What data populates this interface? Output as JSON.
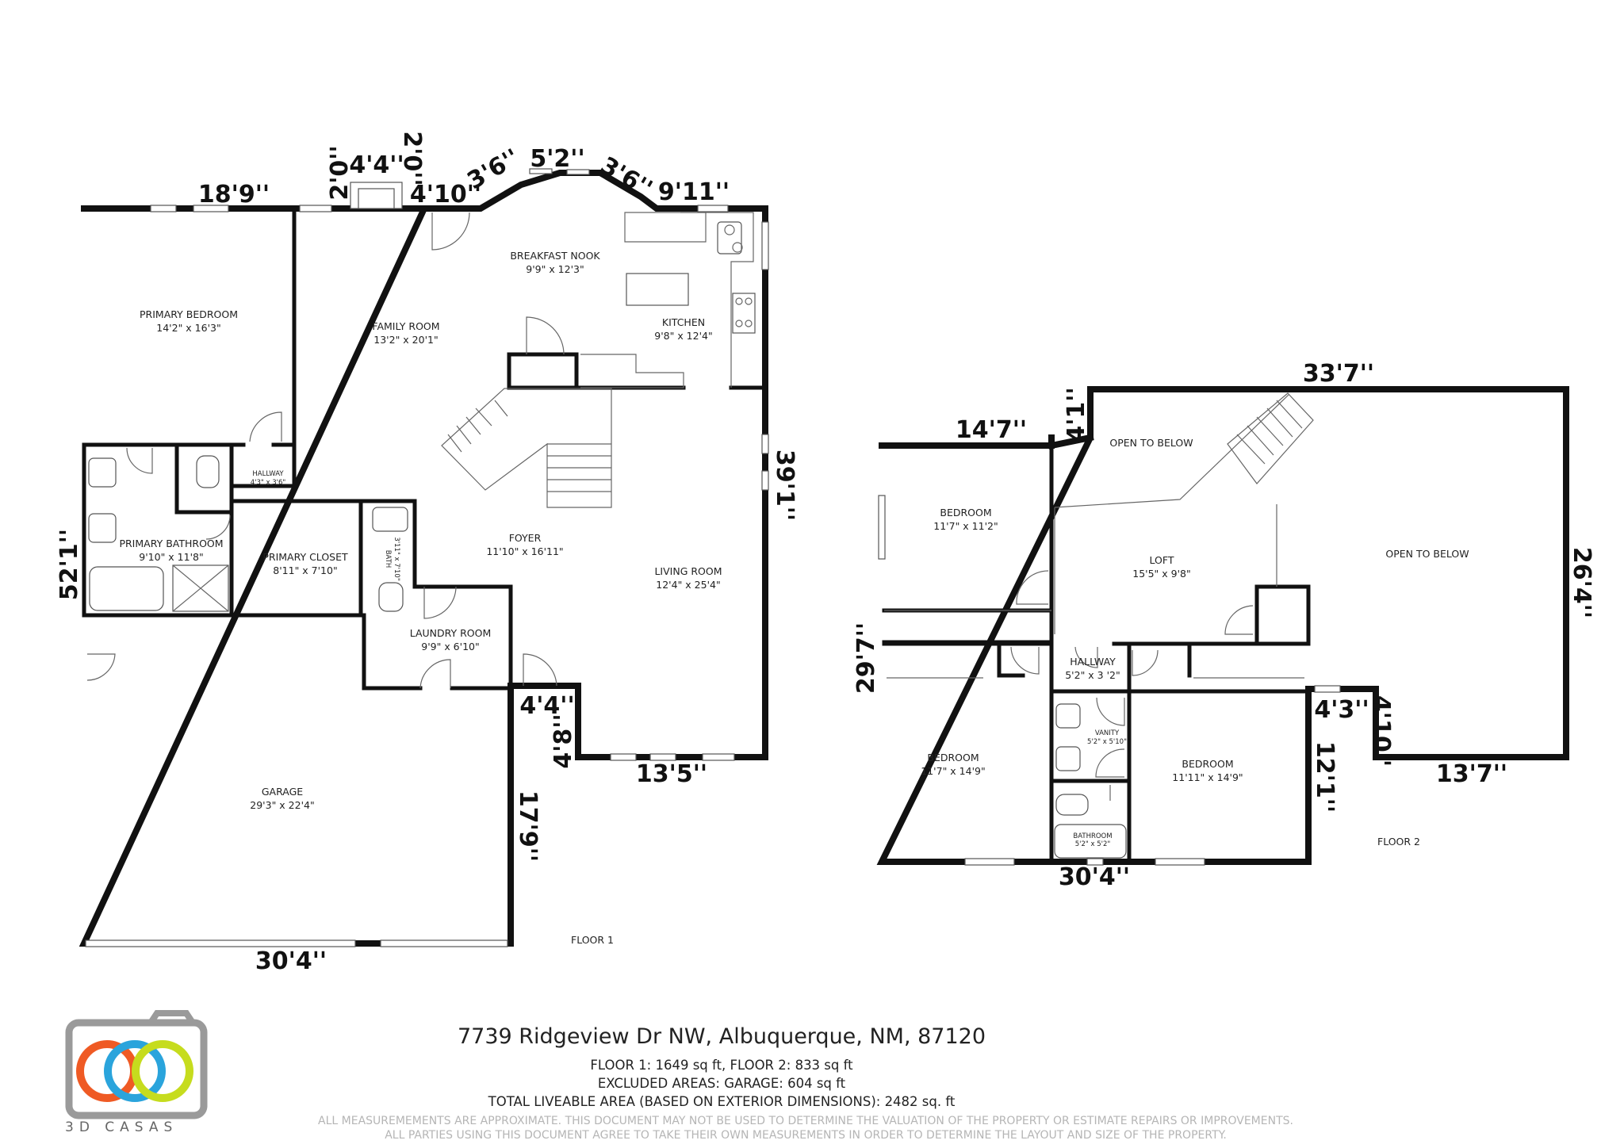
{
  "floor1": {
    "label": "FLOOR 1",
    "rooms": {
      "primary_bedroom": {
        "name": "PRIMARY BEDROOM",
        "size": "14'2\" x 16'3\""
      },
      "family_room": {
        "name": "FAMILY ROOM",
        "size": "13'2\" x 20'1\""
      },
      "breakfast_nook": {
        "name": "BREAKFAST NOOK",
        "size": "9'9\" x 12'3\""
      },
      "kitchen": {
        "name": "KITCHEN",
        "size": "9'8\" x 12'4\""
      },
      "hallway": {
        "name": "HALLWAY",
        "size": "4'3\" x 3'6\""
      },
      "primary_bathroom": {
        "name": "PRIMARY BATHROOM",
        "size": "9'10\" x 11'8\""
      },
      "primary_closet": {
        "name": "PRIMARY CLOSET",
        "size": "8'11\" x 7'10\""
      },
      "bath": {
        "name": "BATH",
        "size": "3'11\" x 7'10\""
      },
      "foyer": {
        "name": "FOYER",
        "size": "11'10\" x 16'11\""
      },
      "living_room": {
        "name": "LIVING ROOM",
        "size": "12'4\" x 25'4\""
      },
      "laundry_room": {
        "name": "LAUNDRY ROOM",
        "size": "9'9\" x 6'10\""
      },
      "garage": {
        "name": "GARAGE",
        "size": "29'3\" x 22'4\""
      }
    },
    "dimensions": {
      "top_left": "18'9''",
      "a": "2'0''",
      "b": "4'4''",
      "c": "2'0''",
      "d": "4'10''",
      "e": "3'6''",
      "f": "5'2''",
      "g": "3'6''",
      "h": "9'11''",
      "right": "39'1''",
      "left": "52'1''",
      "step_w": "4'4''",
      "step_h": "4'8''",
      "bottom_living": "13'5''",
      "garage_side": "17'9''",
      "bottom_garage": "30'4''"
    }
  },
  "floor2": {
    "label": "FLOOR 2",
    "rooms": {
      "bedroom1": {
        "name": "BEDROOM",
        "size": "11'7\" x 11'2\""
      },
      "open_below_1": {
        "name": "OPEN TO BELOW"
      },
      "open_below_2": {
        "name": "OPEN TO BELOW"
      },
      "loft": {
        "name": "LOFT",
        "size": "15'5\" x 9'8\""
      },
      "hallway": {
        "name": "HALLWAY",
        "size": "5'2\" x 3 '2\""
      },
      "bedroom2": {
        "name": "BEDROOM",
        "size": "11'7\" x 14'9\""
      },
      "vanity": {
        "name": "VANITY",
        "size": "5'2\" x 5'10\""
      },
      "bathroom": {
        "name": "BATHROOM",
        "size": "5'2\" x 5'2\""
      },
      "bedroom3": {
        "name": "BEDROOM",
        "size": "11'11\" x 14'9\""
      }
    },
    "dimensions": {
      "top": "33'7''",
      "top_left": "14'7''",
      "notch": "4'1''",
      "left": "29'7''",
      "right": "26'4''",
      "step_w": "4'3''",
      "step_h": "4'10''",
      "bottom_right": "13'7''",
      "bedroom_side": "12'1''",
      "bottom": "30'4''"
    }
  },
  "footer": {
    "address": "7739 Ridgeview Dr NW, Albuquerque, NM, 87120",
    "line1": "FLOOR 1: 1649 sq ft, FLOOR 2: 833 sq ft",
    "line2": "EXCLUDED AREAS: GARAGE: 604 sq ft",
    "line3": "TOTAL LIVEABLE AREA (BASED ON EXTERIOR DIMENSIONS): 2482 sq. ft",
    "disclaimer1": "ALL MEASUREMEMENTS ARE APPROXIMATE. THIS DOCUMENT MAY NOT BE USED TO DETERMINE THE VALUATION OF THE PROPERTY OR ESTIMATE REPAIRS OR IMPROVEMENTS.",
    "disclaimer2": "ALL PARTIES USING THIS DOCUMENT AGREE TO TAKE THEIR OWN MEASUREMENTS IN ORDER TO DETERMINE THE LAYOUT AND SIZE OF THE PROPERTY."
  },
  "logo": {
    "text": "3D CASAS",
    "colors": {
      "ring_orange": "#ef5a24",
      "ring_blue": "#2aa4dc",
      "ring_yellow": "#c6dc1e",
      "frame": "#9a9a9a"
    }
  }
}
